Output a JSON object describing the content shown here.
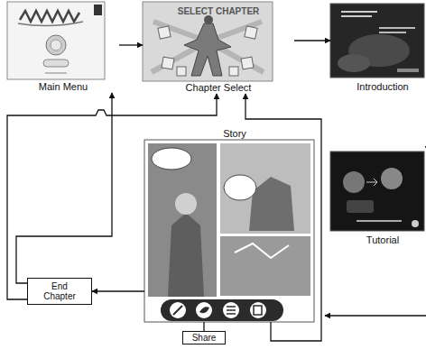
{
  "diagram": {
    "nodes": [
      {
        "text": [
          "Main Menu"
        ]
      },
      {
        "text": [
          "SELECT CHAPTER",
          "Chapter Select"
        ]
      },
      {
        "text": [
          "Introduction"
        ]
      },
      {
        "text": [
          "Tutorial"
        ]
      },
      {
        "text": [
          "Story"
        ]
      },
      {
        "text": [
          "End Chapter"
        ]
      },
      {
        "text": [
          "Share"
        ]
      }
    ],
    "edges": [
      {
        "from": 0,
        "to": 1,
        "arrow": "to"
      },
      {
        "from": 1,
        "to": 2,
        "arrow": "to"
      },
      {
        "from": 2,
        "to": 3,
        "arrow": "to"
      },
      {
        "from": 3,
        "to": 4,
        "arrow": "to"
      },
      {
        "from": 4,
        "to": 5,
        "arrow": "to"
      },
      {
        "from": 4,
        "to": 6,
        "arrow": "none"
      },
      {
        "from": 5,
        "to": 0,
        "arrow": "to"
      },
      {
        "from": 5,
        "to": 1,
        "arrow": "to"
      },
      {
        "from": 4,
        "to": 1,
        "arrow": "to"
      }
    ]
  }
}
